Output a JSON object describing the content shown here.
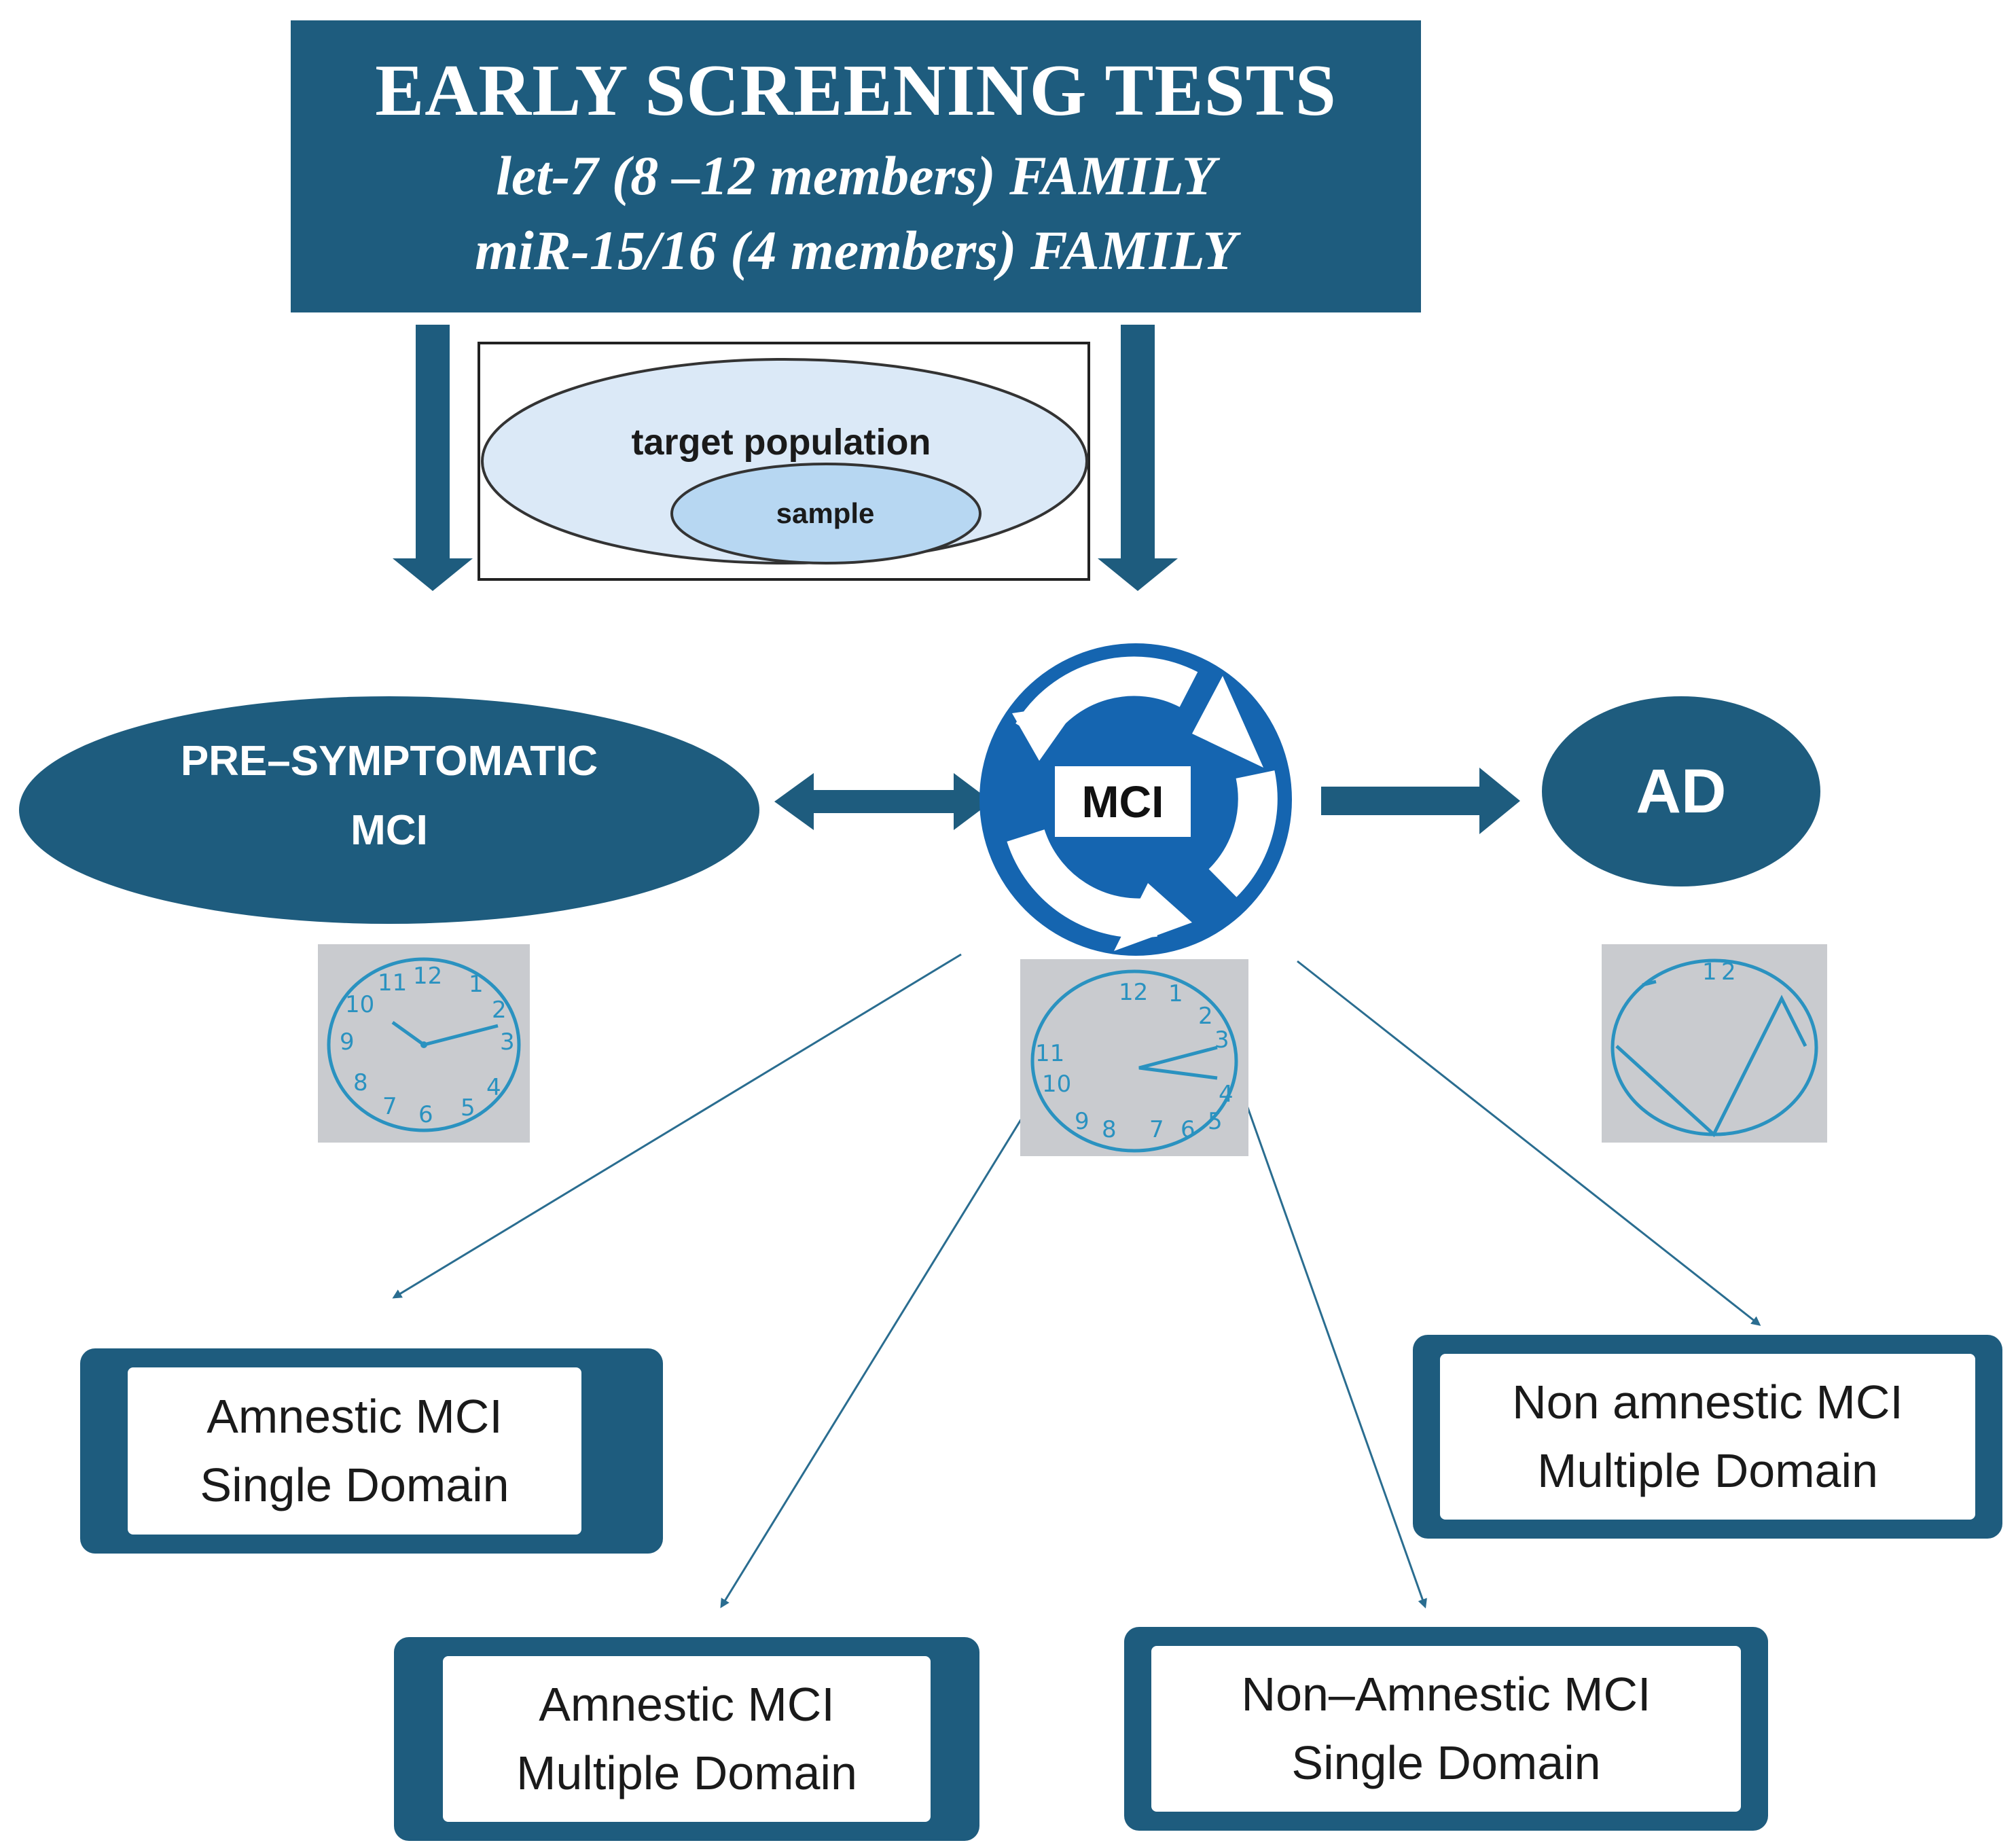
{
  "header": {
    "title": "EARLY SCREENING TESTS",
    "line2": "let-7 (8 –12 members) FAMILY",
    "line3": "miR-15/16 (4 members)  FAMILY"
  },
  "population": {
    "outer_label": "target population",
    "inner_label": "sample"
  },
  "nodes": {
    "presymptomatic_line1": "PRE–SYMPTOMATIC",
    "presymptomatic_line2": "MCI",
    "center": "MCI",
    "right": "AD"
  },
  "outcomes": [
    {
      "line1": "Amnestic MCI",
      "line2": "Single Domain"
    },
    {
      "line1": "Amnestic MCI",
      "line2": "Multiple Domain"
    },
    {
      "line1": "Non–Amnestic MCI",
      "line2": "Single Domain"
    },
    {
      "line1": "Non amnestic MCI",
      "line2": "Multiple Domain"
    }
  ],
  "clock_numbers": {
    "left": [
      "12",
      "1",
      "2",
      "3",
      "4",
      "5",
      "6",
      "7",
      "8",
      "9",
      "10",
      "11"
    ],
    "middle": [
      "12",
      "1",
      "2",
      "3",
      "4",
      "5",
      "6",
      "7",
      "8",
      "9",
      "10",
      "11"
    ],
    "right": [
      "1",
      "2"
    ]
  },
  "colors": {
    "primary": "#1e5c7e",
    "mci_blue": "#1565b0",
    "ellipse_outer": "#dbe9f7",
    "ellipse_inner": "#b7d7f2",
    "clock_ink": "#2a92c0",
    "clock_bg": "#c9cbcf"
  }
}
